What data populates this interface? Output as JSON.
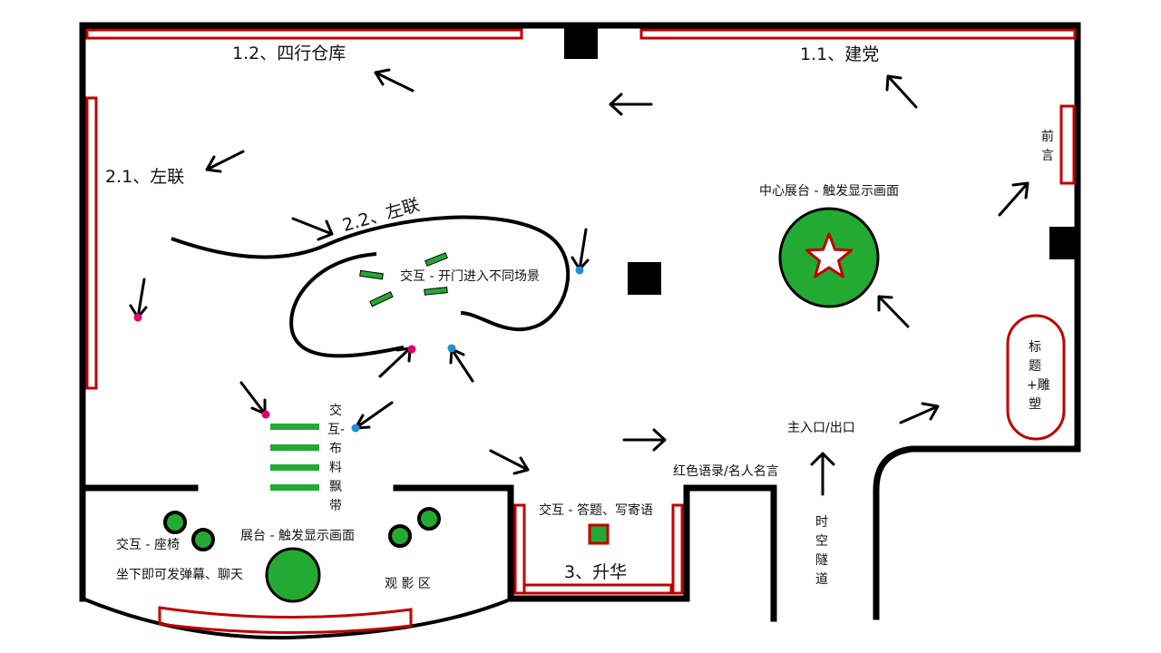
{
  "colors": {
    "wall": "#000000",
    "red_panel": "#c00000",
    "green": "#22aa33",
    "magenta_dot": "#e0006e",
    "blue_dot": "#1a90d8"
  },
  "labels": {
    "zone_1_2": "1.2、四行仓库",
    "zone_1_1": "1.1、建党",
    "zone_2_1": "2.1、左联",
    "zone_2_2": "2.2、左联",
    "zone_3": "3、升华",
    "preface": "前言",
    "center_stand": "中心展台 - 触发显示画面",
    "door_interaction": "交互 - 开门进入不同场景",
    "title_sculpture": "标题+雕塑",
    "main_entrance": "主入口/出口",
    "red_quotes": "红色语录/名人名言",
    "time_tunnel": "时空隧道",
    "quiz_interaction": "交互 - 答题、写寄语",
    "ribbon_interaction": "交互-布料飘带",
    "seat_interaction": "交互 - 座椅",
    "sit_chat": "坐下即可发弹幕、聊天",
    "stage_display": "展台 - 触发显示画面",
    "viewing_area": "观 影 区"
  },
  "icons": [
    "star-icon",
    "arrow-icon",
    "interaction-dot"
  ]
}
